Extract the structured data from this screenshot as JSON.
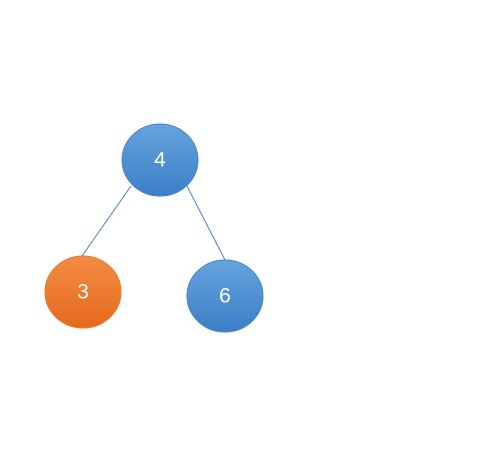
{
  "diagram": {
    "nodes": [
      {
        "id": "root",
        "label": "4",
        "color": "#4A8CD0",
        "highlight": false
      },
      {
        "id": "left",
        "label": "3",
        "color": "#EE7A2F",
        "highlight": true
      },
      {
        "id": "right",
        "label": "6",
        "color": "#4A8CD0",
        "highlight": false
      }
    ],
    "edges": [
      {
        "from": "root",
        "to": "left"
      },
      {
        "from": "root",
        "to": "right"
      }
    ],
    "colors": {
      "edge": "#4F81BD",
      "node_default": "#4A8CD0",
      "node_highlight": "#EE7A2F",
      "label_text": "#FFFFFF"
    }
  }
}
